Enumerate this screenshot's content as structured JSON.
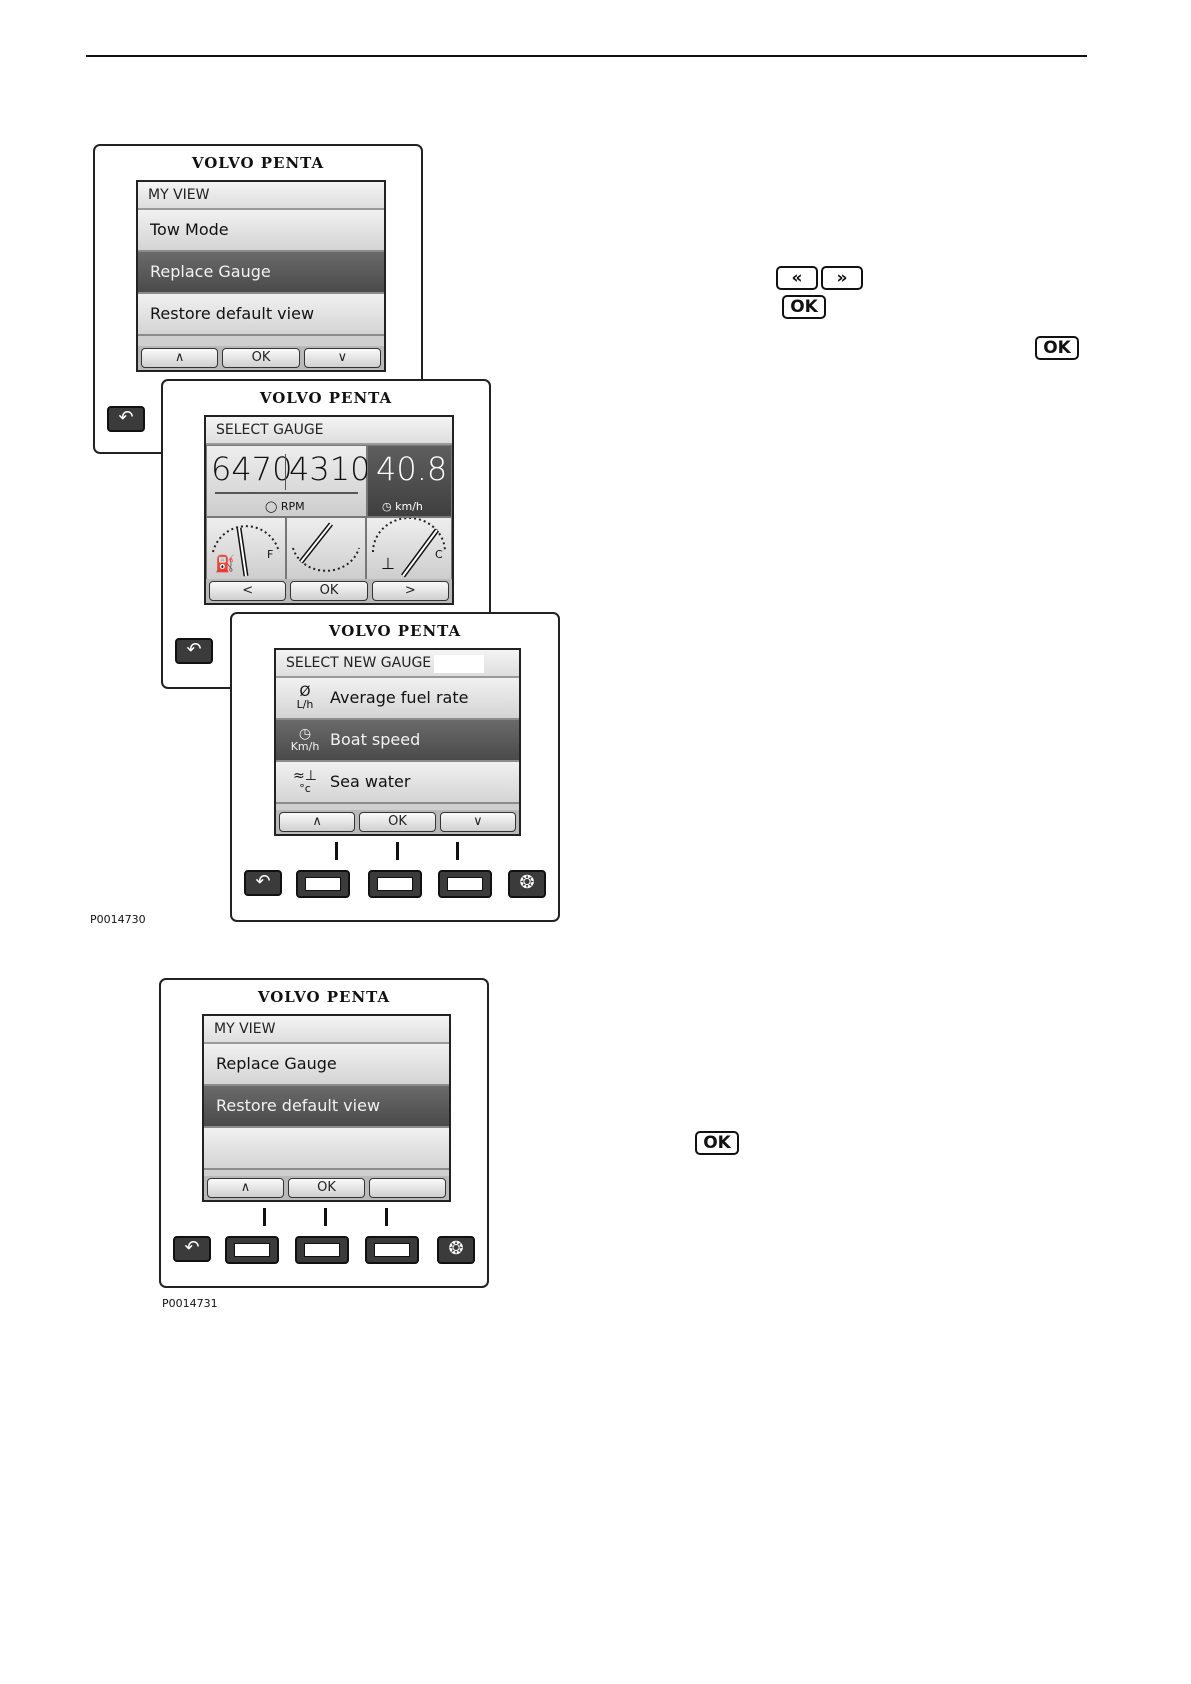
{
  "brand": "VOLVO PENTA",
  "captions": {
    "fig1": "P0014730",
    "fig2": "P0014731"
  },
  "screen1": {
    "title": "MY VIEW",
    "items": [
      "Tow Mode",
      "Replace Gauge",
      "Restore default view"
    ],
    "selected_index": 1,
    "softkeys": [
      "∧",
      "OK",
      "∨"
    ]
  },
  "screen2": {
    "title": "SELECT GAUGE",
    "rpm_left": "6470",
    "rpm_right": "4310",
    "rpm_unit": "RPM",
    "speed": "40.8",
    "speed_unit": "km/h",
    "fuel_gauge_label": "F",
    "temp_gauge_label": "C",
    "softkeys": [
      "<",
      "OK",
      ">"
    ]
  },
  "screen3": {
    "title": "SELECT NEW GAUGE",
    "items": [
      {
        "icon_text": "L/h",
        "label": "Average fuel rate"
      },
      {
        "icon_text": "Km/h",
        "label": "Boat speed"
      },
      {
        "icon_text": "°c",
        "label": "Sea water"
      }
    ],
    "selected_index": 1,
    "softkeys": [
      "∧",
      "OK",
      "∨"
    ]
  },
  "screen4": {
    "title": "MY VIEW",
    "items": [
      "Replace Gauge",
      "Restore default view",
      ""
    ],
    "selected_index": 1,
    "softkeys": [
      "∧",
      "OK",
      ""
    ]
  },
  "keys": {
    "ok": "OK",
    "left": "«",
    "right": "»"
  },
  "icons": {
    "back": "back-arrow-icon",
    "gauge": "gauge-dial-icon",
    "speed": "speedometer-icon",
    "fuel": "fuel-pump-icon",
    "temp": "thermometer-icon"
  }
}
